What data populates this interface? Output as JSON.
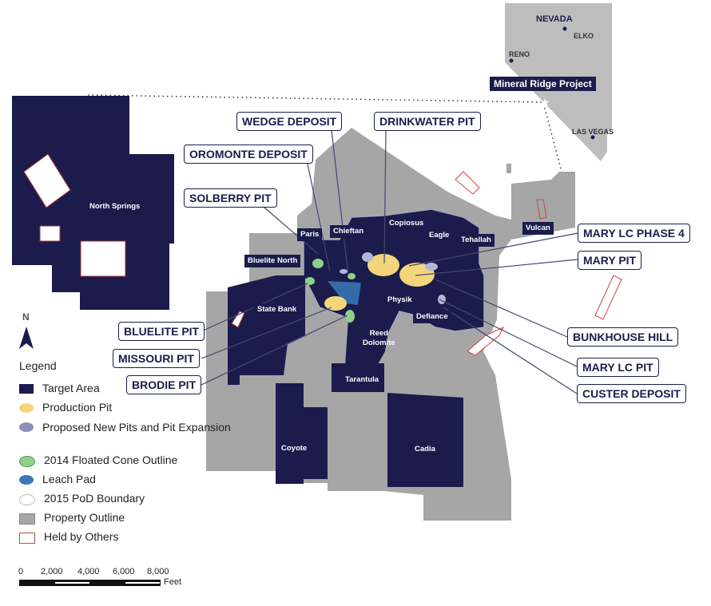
{
  "inset": {
    "state": "NEVADA",
    "cities": [
      "ELKO",
      "RENO",
      "LAS VEGAS"
    ],
    "project": "Mineral Ridge Project"
  },
  "areas": {
    "north_springs": "North Springs",
    "paris": "Paris",
    "chieftan": "Chieftan",
    "copiosus": "Copiosus",
    "eagle": "Eagle",
    "tehallah": "Tehallah",
    "vulcan": "Vulcan",
    "bluelite_north": "Bluelite North",
    "state_bank": "State Bank",
    "physik": "Physik",
    "defiance": "Defiance",
    "reed": "Reed",
    "dolomite": "Dolomite",
    "tarantula": "Tarantula",
    "coyote": "Coyote",
    "cadia": "Cadia"
  },
  "callouts": {
    "wedge": "WEDGE DEPOSIT",
    "drinkwater": "DRINKWATER PIT",
    "oromonte": "OROMONTE DEPOSIT",
    "solberry": "SOLBERRY PIT",
    "mary_lc_phase4": "MARY LC PHASE 4",
    "mary": "MARY PIT",
    "bunkhouse": "BUNKHOUSE HILL",
    "mary_lc": "MARY LC PIT",
    "custer": "CUSTER DEPOSIT",
    "bluelite": "BLUELITE PIT",
    "missouri": "MISSOURI PIT",
    "brodie": "BRODIE PIT"
  },
  "north_arrow": "N",
  "legend": {
    "title": "Legend",
    "items": [
      {
        "label": "Target Area",
        "color": "#1b1c4c"
      },
      {
        "label": "Production Pit",
        "color": "#f3d67a"
      },
      {
        "label": "Proposed New Pits and Pit Expansion",
        "color": "#8d90b8"
      },
      {
        "label": "2014 Floated Cone Outline",
        "color": "#8fd18a"
      },
      {
        "label": "Leach Pad",
        "color": "#3a78b8"
      },
      {
        "label": "2015 PoD Boundary",
        "color": "#ffffff"
      },
      {
        "label": "Property Outline",
        "color": "#a6a6a6"
      },
      {
        "label": "Held by Others",
        "color": "#ffffff"
      }
    ]
  },
  "scale": {
    "ticks": [
      "0",
      "2,000",
      "4,000",
      "6,000",
      "8,000"
    ],
    "unit": "Feet"
  }
}
